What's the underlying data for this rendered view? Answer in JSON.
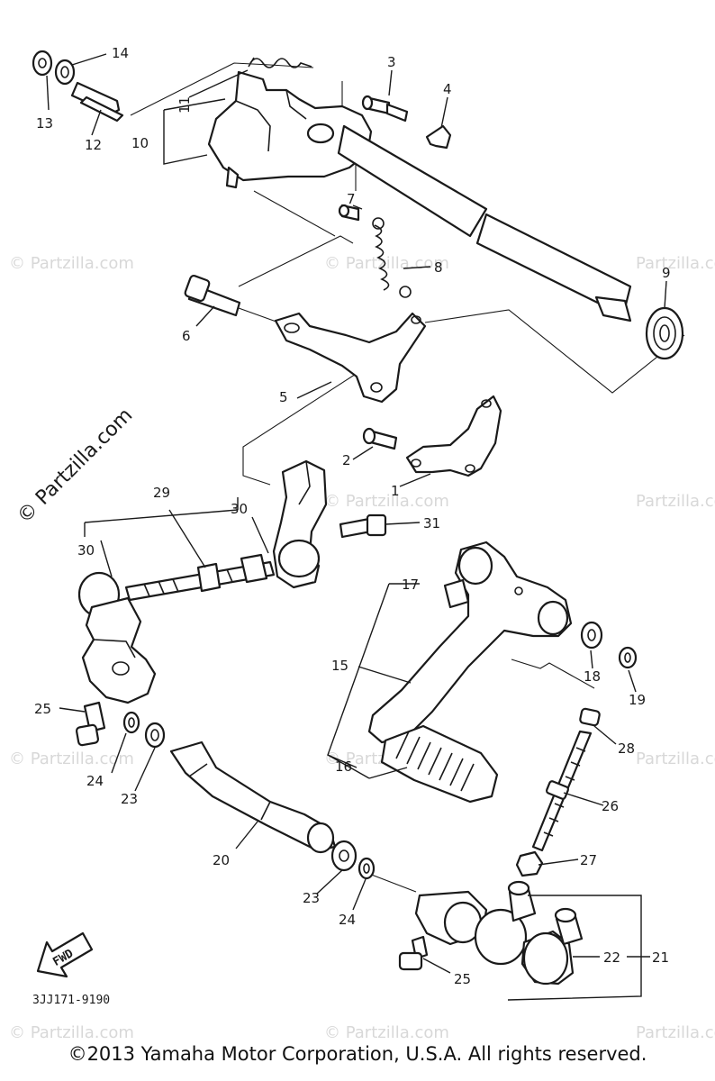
{
  "diagram": {
    "callouts": [
      "1",
      "2",
      "3",
      "4",
      "5",
      "6",
      "7",
      "8",
      "9",
      "10",
      "11",
      "12",
      "13",
      "14",
      "15",
      "16",
      "17",
      "18",
      "19",
      "20",
      "21",
      "22",
      "23",
      "24",
      "25",
      "26",
      "27",
      "28",
      "29",
      "30",
      "31"
    ],
    "fwd_label": "FWD",
    "diagram_code": "3JJ171-9190",
    "watermark": "© Partzilla.com",
    "watermark_short": "Partzilla.com"
  },
  "footer": {
    "copyright": "©2013 Yamaha Motor Corporation, U.S.A. All rights reserved."
  }
}
